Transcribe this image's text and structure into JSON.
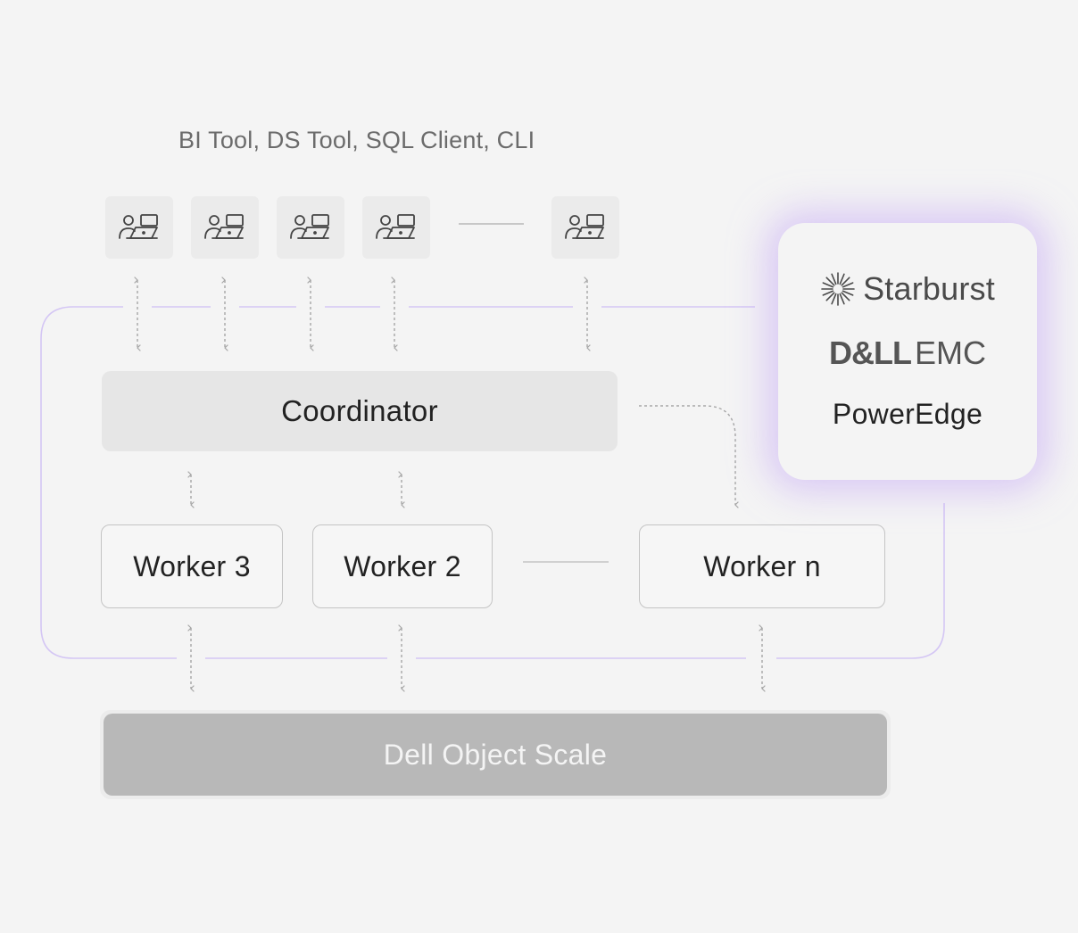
{
  "clients": {
    "label": "BI Tool, DS Tool, SQL Client, CLI",
    "tiles": [
      {
        "icon": "users-laptop-icon"
      },
      {
        "icon": "users-laptop-icon"
      },
      {
        "icon": "users-laptop-icon"
      },
      {
        "icon": "users-laptop-icon"
      },
      {
        "icon": "users-laptop-icon"
      }
    ]
  },
  "coordinator": {
    "label": "Coordinator"
  },
  "workers": [
    {
      "label": "Worker 3"
    },
    {
      "label": "Worker 2"
    },
    {
      "label": "Worker n"
    }
  ],
  "storage": {
    "label": "Dell Object Scale"
  },
  "vendors": {
    "starburst": "Starburst",
    "dell": "D&LL",
    "emc": "EMC",
    "poweredge": "PowerEdge"
  },
  "colors": {
    "background": "#f4f4f4",
    "accent_purple": "#c9b6f2",
    "storage_gray": "#b8b8b8"
  }
}
